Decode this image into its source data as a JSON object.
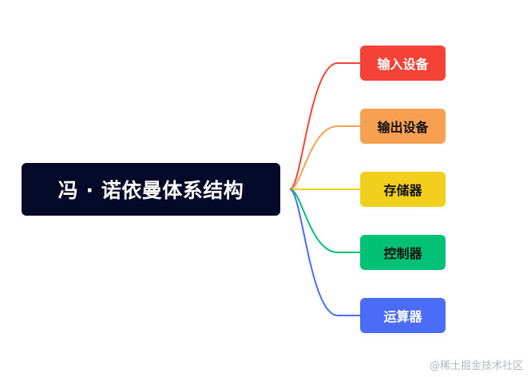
{
  "root": {
    "label": "冯 · 诺依曼体系结构",
    "color": "#050a28"
  },
  "branches": [
    {
      "label": "输入设备",
      "color": "#f44336",
      "text_color": "#ffffff"
    },
    {
      "label": "输出设备",
      "color": "#f7a052",
      "text_color": "#111111"
    },
    {
      "label": "存储器",
      "color": "#f2cf1c",
      "text_color": "#111111"
    },
    {
      "label": "控制器",
      "color": "#00c176",
      "text_color": "#111111"
    },
    {
      "label": "运算器",
      "color": "#4a6cf7",
      "text_color": "#ffffff"
    }
  ],
  "watermark": "@稀土掘金技术社区"
}
